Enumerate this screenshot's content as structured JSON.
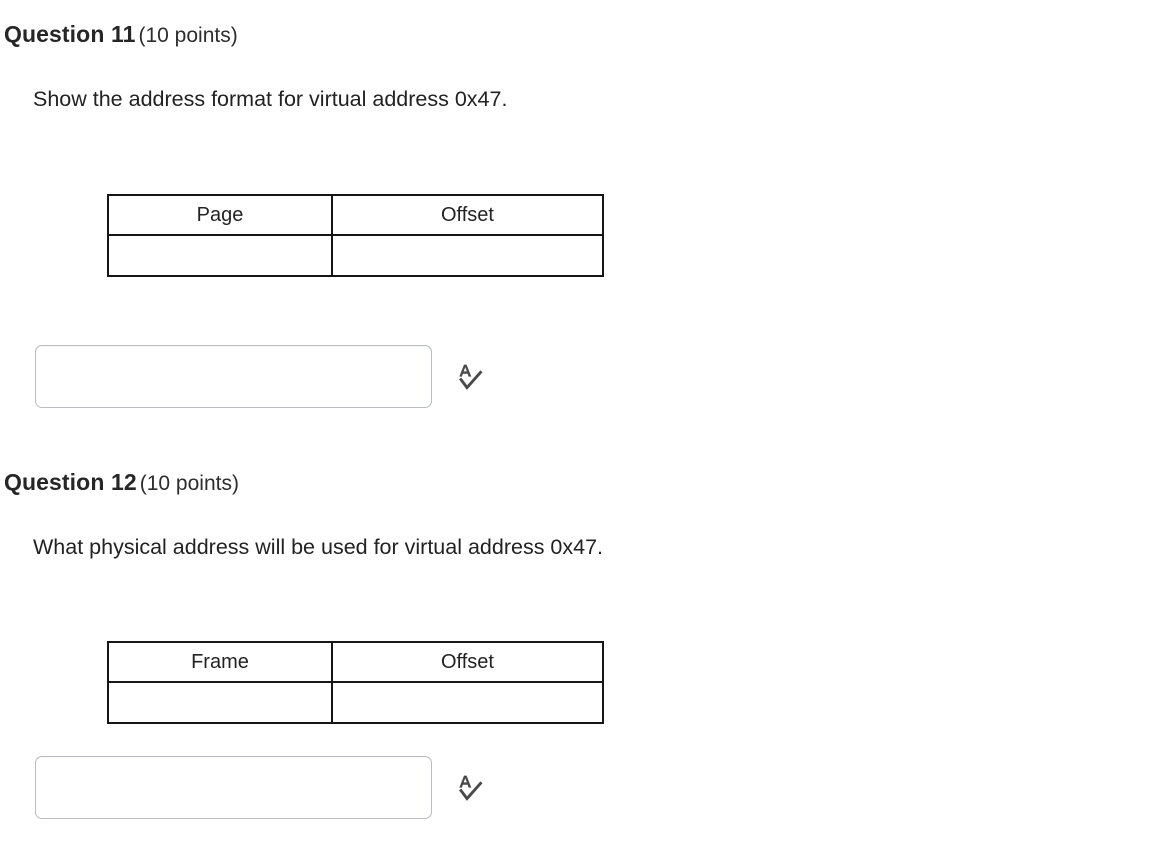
{
  "page": {
    "background": "#ffffff",
    "text_color": "#2d2d2d"
  },
  "questions": [
    {
      "id": "question-11",
      "label": "Question 11",
      "points": "(10 points)",
      "prompt": "Show the address format for virtual address 0x47.",
      "table": {
        "headers": [
          "Page",
          "Offset"
        ],
        "rows": [
          [
            "",
            ""
          ]
        ]
      },
      "answer": {
        "value": "",
        "placeholder": "",
        "spellcheck_icon": "spellcheck-icon"
      }
    },
    {
      "id": "question-12",
      "label": "Question 12",
      "points": "(10 points)",
      "prompt": "What physical address will be used for virtual address 0x47.",
      "table": {
        "headers": [
          "Frame",
          "Offset"
        ],
        "rows": [
          [
            "",
            ""
          ]
        ]
      },
      "answer": {
        "value": "",
        "placeholder": "",
        "spellcheck_icon": "spellcheck-icon"
      }
    }
  ],
  "colors": {
    "table_border": "#161616",
    "input_border": "#b9bcc0",
    "icon": "#4a4a4a",
    "heading": "#262626"
  }
}
